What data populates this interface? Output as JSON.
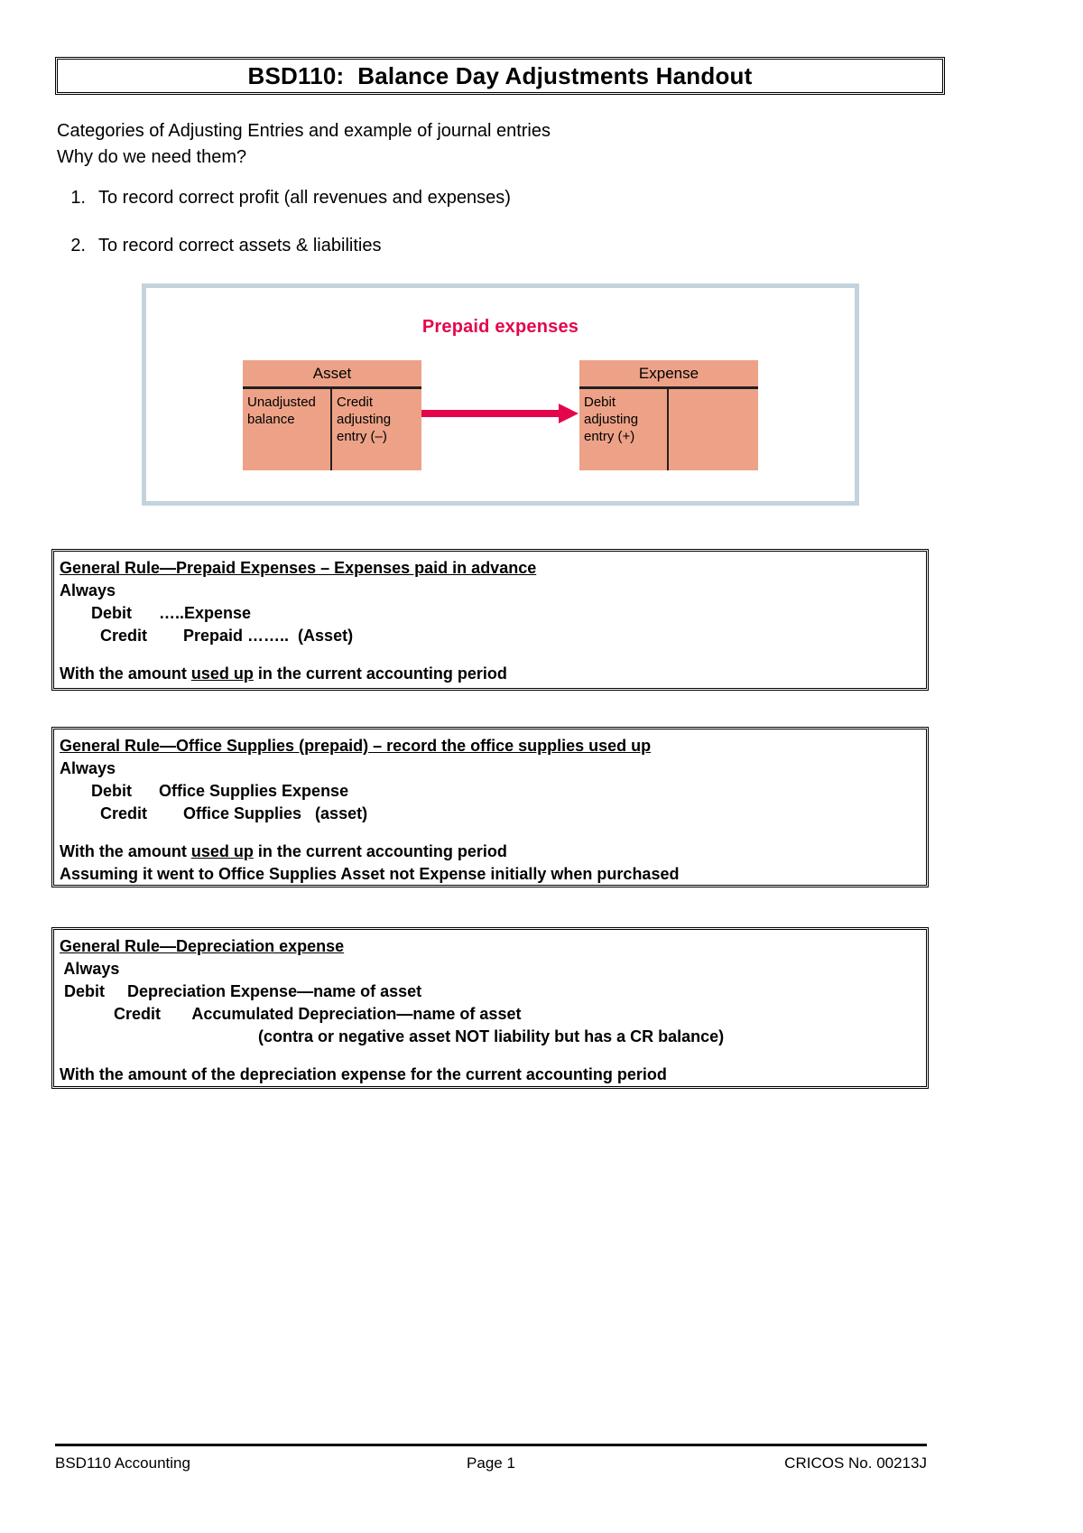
{
  "document": {
    "title": "BSD110:  Balance Day Adjustments Handout",
    "intro_lines": [
      "Categories of Adjusting Entries and example of journal entries",
      "Why do we need them?"
    ],
    "reasons": [
      {
        "number": "1.",
        "text": "To record correct profit (all revenues and expenses)"
      },
      {
        "number": "2.",
        "text": "To record correct assets & liabilities"
      }
    ]
  },
  "figure": {
    "title": "Prepaid expenses",
    "title_color": "#e4064b",
    "border_color": "#c3d3dd",
    "account_fill": "#eda287",
    "arrow_color": "#e4064b",
    "accounts": [
      {
        "header": "Asset",
        "left_cell": "Unadjusted\nbalance",
        "right_cell": "Credit\nadjusting\nentry (–)"
      },
      {
        "header": "Expense",
        "left_cell": "Debit\nadjusting\nentry (+)",
        "right_cell": ""
      }
    ]
  },
  "rules": [
    {
      "heading": "General Rule—Prepaid Expenses – Expenses paid in advance",
      "always": "Always",
      "debit": "       Debit      …..Expense",
      "credit": "         Credit        Prepaid ……..  (Asset)",
      "footer_prefix": "With the amount ",
      "footer_underline": "used up",
      "footer_suffix": " in the current accounting period",
      "extra_note": ""
    },
    {
      "heading": "General Rule—Office Supplies (prepaid) – record the office supplies used up",
      "always": "Always",
      "debit": "       Debit      Office Supplies Expense",
      "credit": "         Credit        Office Supplies   (asset)",
      "footer_prefix": "With the amount ",
      "footer_underline": "used up",
      "footer_suffix": " in the current accounting period",
      "extra_note": "Assuming it went to Office Supplies Asset not Expense initially when purchased"
    },
    {
      "heading": "General Rule—Depreciation expense",
      "always": " Always",
      "debit": " Debit     Depreciation Expense—name of asset",
      "credit": "            Credit       Accumulated Depreciation—name of asset",
      "contra": "                                            (contra or negative asset NOT liability but has a CR balance)",
      "footer_prefix": "With the amount of the depreciation expense for the current accounting period",
      "footer_underline": "",
      "footer_suffix": "",
      "extra_note": ""
    }
  ],
  "footer": {
    "left": "BSD110 Accounting",
    "center": "Page 1",
    "right": "CRICOS No. 00213J"
  }
}
